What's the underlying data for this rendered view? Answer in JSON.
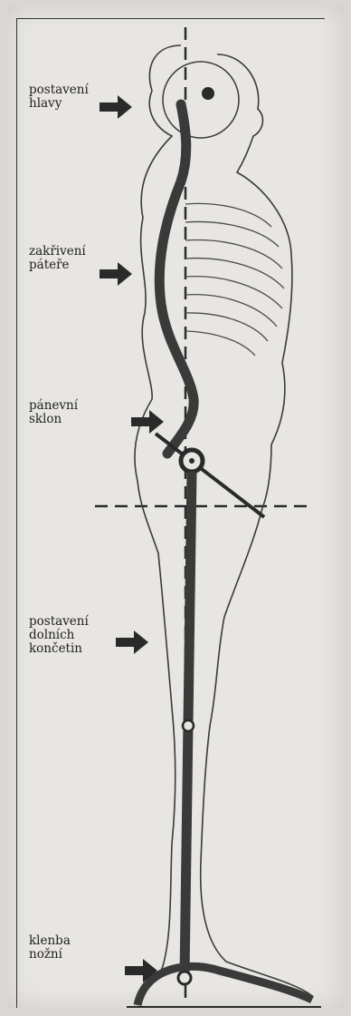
{
  "labels": {
    "head": {
      "line1": "postavení",
      "line2": "hlavy"
    },
    "spine": {
      "line1": "zakřivení",
      "line2": "páteře"
    },
    "pelvis": {
      "line1": "pánevní",
      "line2": "sklon"
    },
    "legs": {
      "line1": "postavení",
      "line2": "dolních",
      "line3": "končetin"
    },
    "foot": {
      "line1": "klenba",
      "line2": "nožní"
    }
  },
  "colors": {
    "paper": "#e8e6e2",
    "ink": "#2a2a2a",
    "posture_line": "#3a3a3a"
  },
  "icons": [
    "arrow-right-icon"
  ]
}
